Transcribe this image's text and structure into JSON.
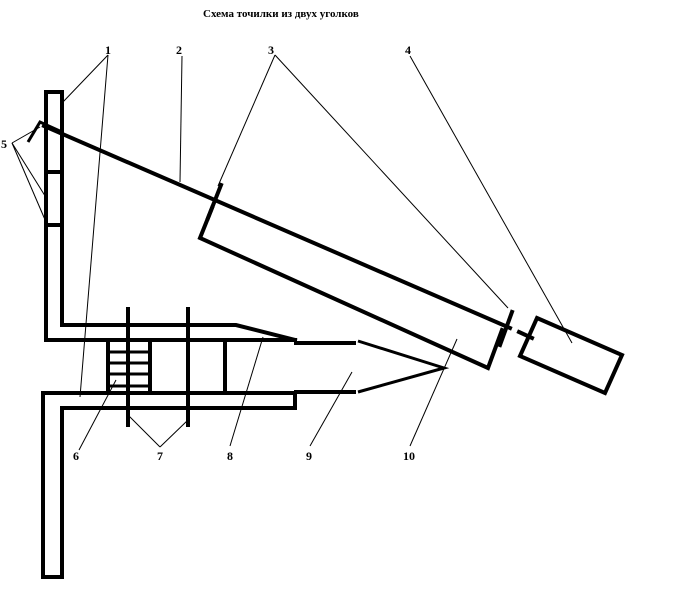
{
  "title": "Схема точилки из двух уголков",
  "labels": {
    "l1": "1",
    "l2": "2",
    "l3": "3",
    "l4": "4",
    "l5": "5",
    "l6": "6",
    "l7": "7",
    "l8": "8",
    "l9": "9",
    "l10": "10"
  }
}
